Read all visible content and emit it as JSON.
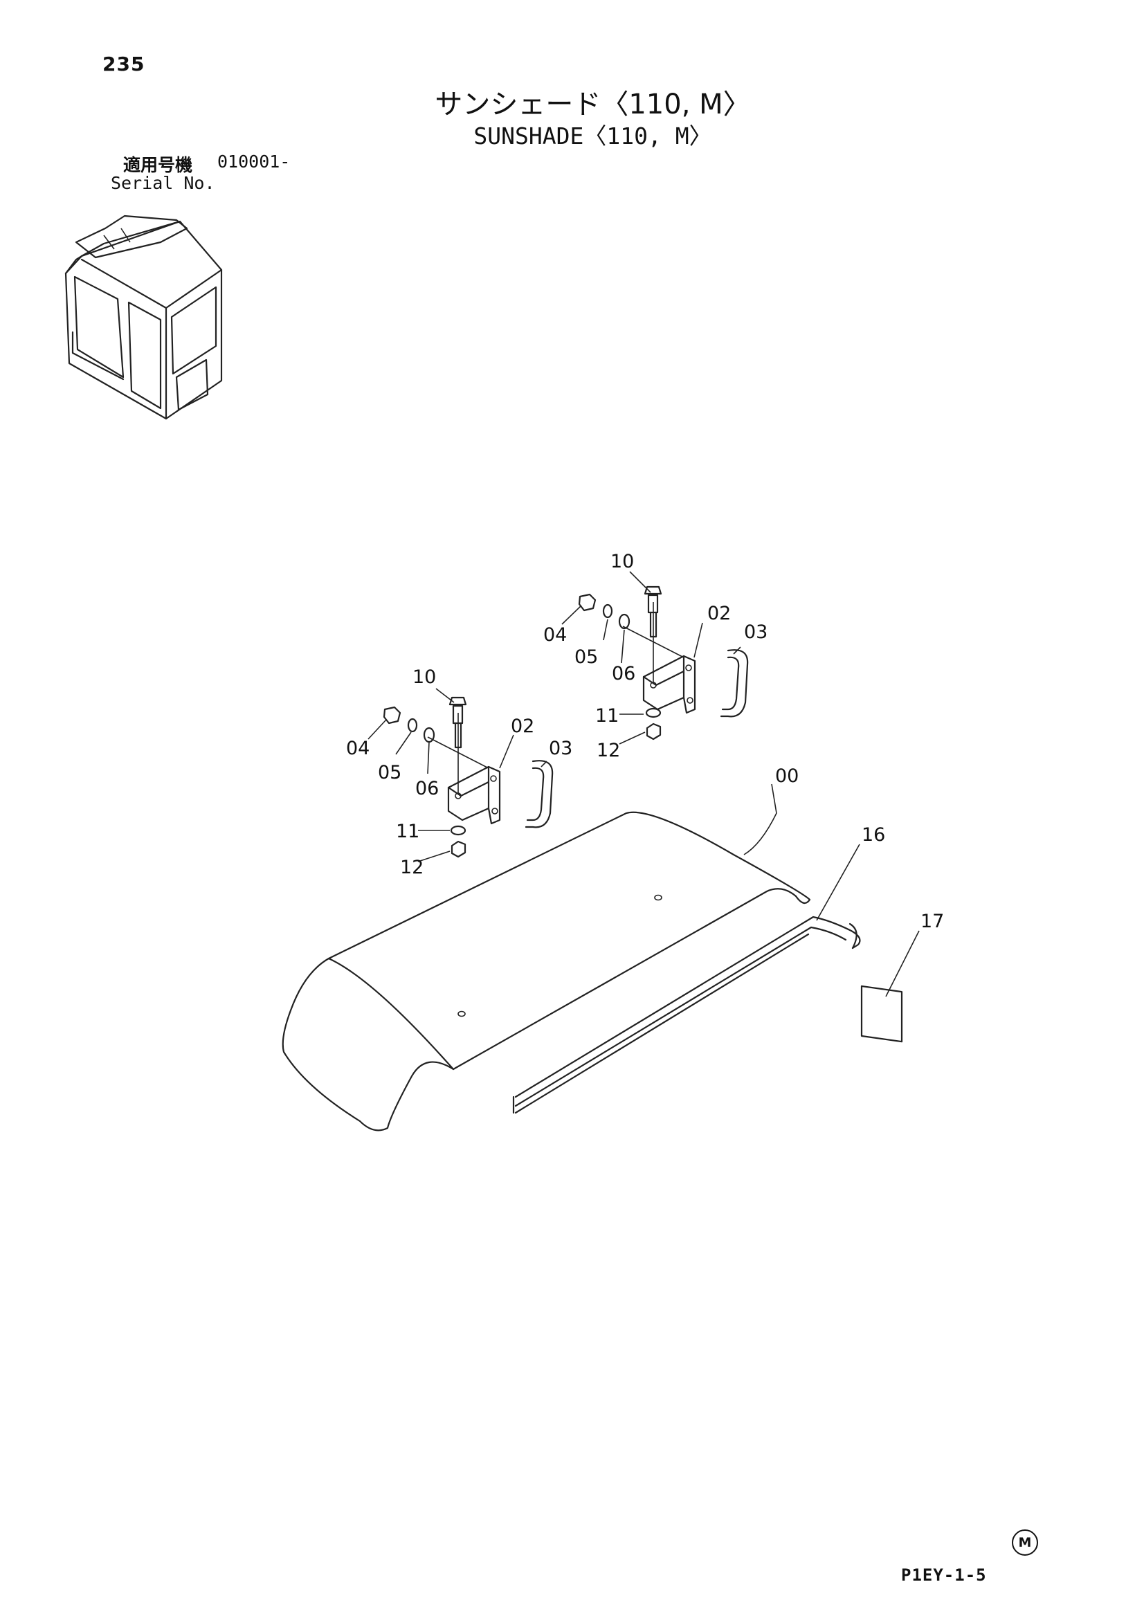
{
  "page_number": "235",
  "title_jp": "サンシェード〈110, M〉",
  "title_en": "SUNSHADE〈110, M〉",
  "serial": {
    "label_jp": "適用号機",
    "value": "010001-",
    "label_en": "Serial No."
  },
  "callouts": {
    "c00": "00",
    "c02a": "02",
    "c03a": "03",
    "c04a": "04",
    "c05a": "05",
    "c06a": "06",
    "c10a": "10",
    "c11a": "11",
    "c12a": "12",
    "c02b": "02",
    "c03b": "03",
    "c04b": "04",
    "c05b": "05",
    "c06b": "06",
    "c10b": "10",
    "c11b": "11",
    "c12b": "12",
    "c16": "16",
    "c17": "17"
  },
  "mark": "M",
  "doc_code": "P1EY-1-5"
}
